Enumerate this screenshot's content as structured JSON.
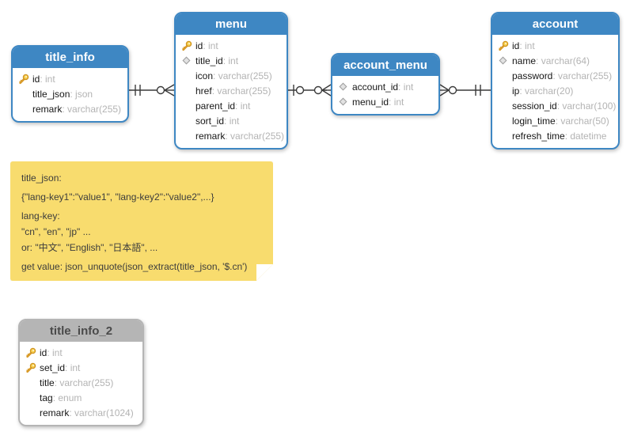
{
  "app": {
    "name": "database model diagram"
  },
  "colors": {
    "table_accent_blue": "#3e87c3",
    "table_accent_gray": "#b5b5b5",
    "field_name_text": "#161616",
    "field_type_text": "#b3b3b3",
    "note_background": "#f8dc6e",
    "note_text": "#3c3c3c",
    "connector_stroke": "#3a3a3a",
    "primary_key_icon_gold": "#f7cf4e"
  },
  "tables": [
    {
      "name": "title_info",
      "variant": "blue",
      "fields": [
        {
          "icon": "primary-key",
          "name": "id",
          "type": "int"
        },
        {
          "icon": "none",
          "name": "title_json",
          "type": "json"
        },
        {
          "icon": "none",
          "name": "remark",
          "type": "varchar(255)"
        }
      ]
    },
    {
      "name": "menu",
      "variant": "blue",
      "fields": [
        {
          "icon": "primary-key",
          "name": "id",
          "type": "int"
        },
        {
          "icon": "index-diamond",
          "name": "title_id",
          "type": "int"
        },
        {
          "icon": "none",
          "name": "icon",
          "type": "varchar(255)"
        },
        {
          "icon": "none",
          "name": "href",
          "type": "varchar(255)"
        },
        {
          "icon": "none",
          "name": "parent_id",
          "type": "int"
        },
        {
          "icon": "none",
          "name": "sort_id",
          "type": "int"
        },
        {
          "icon": "none",
          "name": "remark",
          "type": "varchar(255)"
        }
      ]
    },
    {
      "name": "account_menu",
      "variant": "blue",
      "fields": [
        {
          "icon": "index-diamond",
          "name": "account_id",
          "type": "int"
        },
        {
          "icon": "index-diamond",
          "name": "menu_id",
          "type": "int"
        }
      ]
    },
    {
      "name": "account",
      "variant": "blue",
      "fields": [
        {
          "icon": "primary-key",
          "name": "id",
          "type": "int"
        },
        {
          "icon": "index-diamond",
          "name": "name",
          "type": "varchar(64)"
        },
        {
          "icon": "none",
          "name": "password",
          "type": "varchar(255)"
        },
        {
          "icon": "none",
          "name": "ip",
          "type": "varchar(20)"
        },
        {
          "icon": "none",
          "name": "session_id",
          "type": "varchar(100)"
        },
        {
          "icon": "none",
          "name": "login_time",
          "type": "varchar(50)"
        },
        {
          "icon": "none",
          "name": "refresh_time",
          "type": "datetime"
        }
      ]
    },
    {
      "name": "title_info_2",
      "variant": "gray",
      "fields": [
        {
          "icon": "primary-key",
          "name": "id",
          "type": "int"
        },
        {
          "icon": "primary-key",
          "name": "set_id",
          "type": "int"
        },
        {
          "icon": "none",
          "name": "title",
          "type": "varchar(255)"
        },
        {
          "icon": "none",
          "name": "tag",
          "type": "enum"
        },
        {
          "icon": "none",
          "name": "remark",
          "type": "varchar(1024)"
        }
      ]
    }
  ],
  "relationships": [
    {
      "from": "title_info",
      "to": "menu",
      "from_cardinality": "one-and-only-one",
      "to_cardinality": "zero-or-many"
    },
    {
      "from": "menu",
      "to": "account_menu",
      "from_cardinality": "one-or-zero",
      "to_cardinality": "zero-or-many"
    },
    {
      "from": "account_menu",
      "to": "account",
      "from_cardinality": "zero-or-many",
      "to_cardinality": "one-and-only-one"
    }
  ],
  "note": {
    "lines": [
      "title_json:",
      "{\"lang-key1\":\"value1\", \"lang-key2\":\"value2\",...}",
      "lang-key:",
      "\"cn\", \"en\", \"jp\" ...",
      "or: \"中文\", \"English\", \"日本語\", ...",
      "get value: json_unquote(json_extract(title_json, '$.cn')"
    ]
  }
}
